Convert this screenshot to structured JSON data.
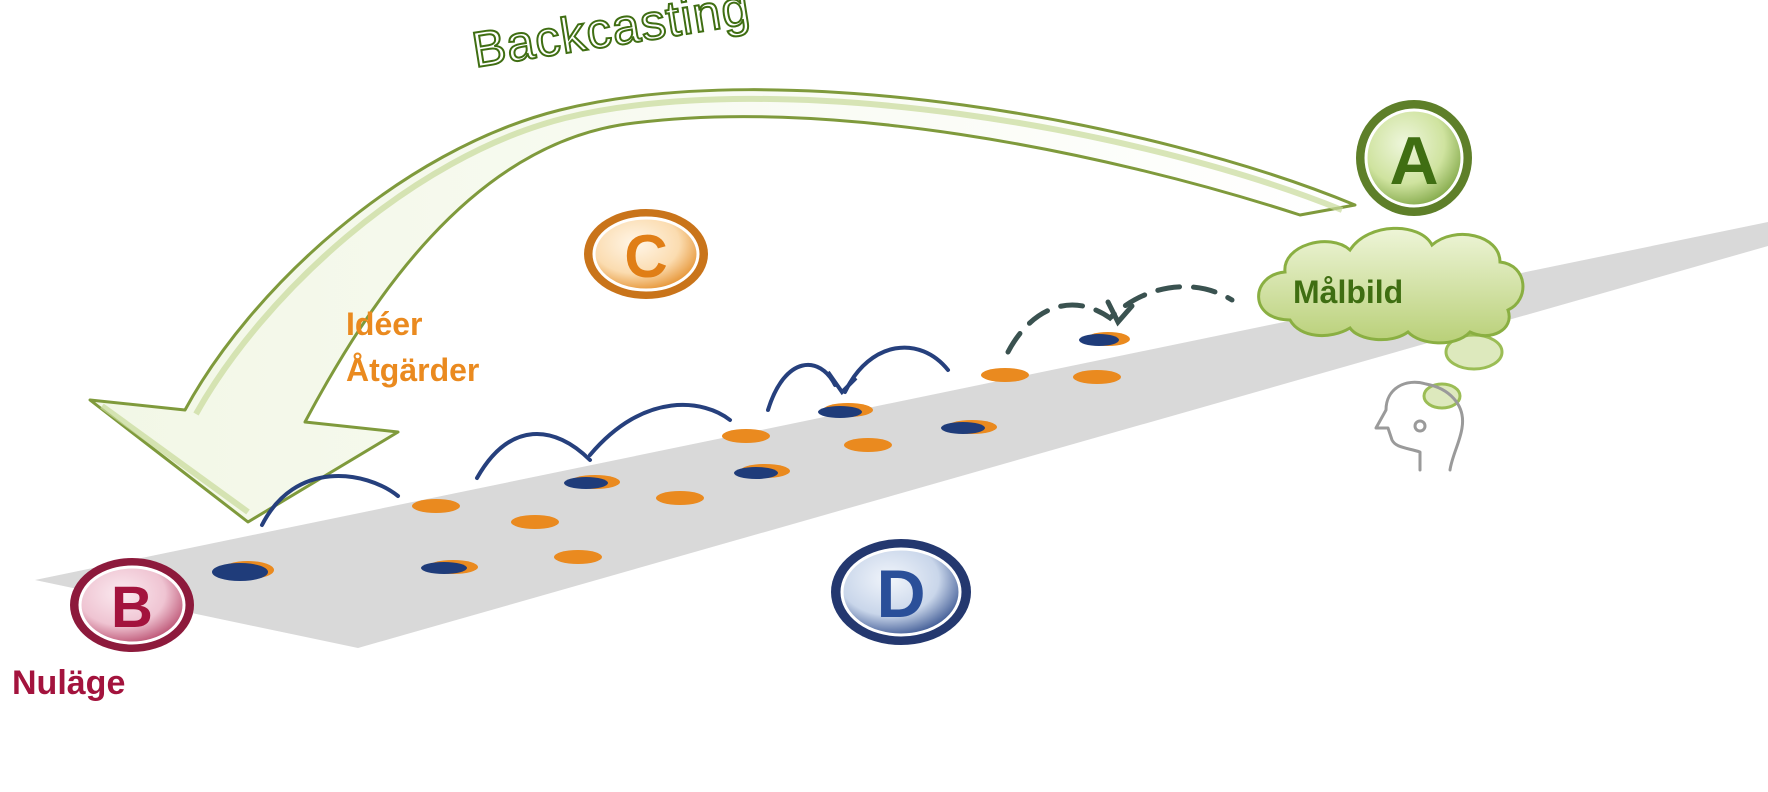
{
  "title": "Backcasting",
  "badges": {
    "a": "A",
    "b": "B",
    "c": "C",
    "d": "D"
  },
  "labels": {
    "goal": "Målbild",
    "current": "Nuläge",
    "ideas": "Idéer",
    "actions": "Åtgärder"
  },
  "colors": {
    "green_dark": "#3f6e12",
    "green_light": "#8cb53a",
    "maroon": "#a3133d",
    "orange": "#ea8a1f",
    "navy": "#1f3c7a",
    "road": "#d9d9d9"
  }
}
